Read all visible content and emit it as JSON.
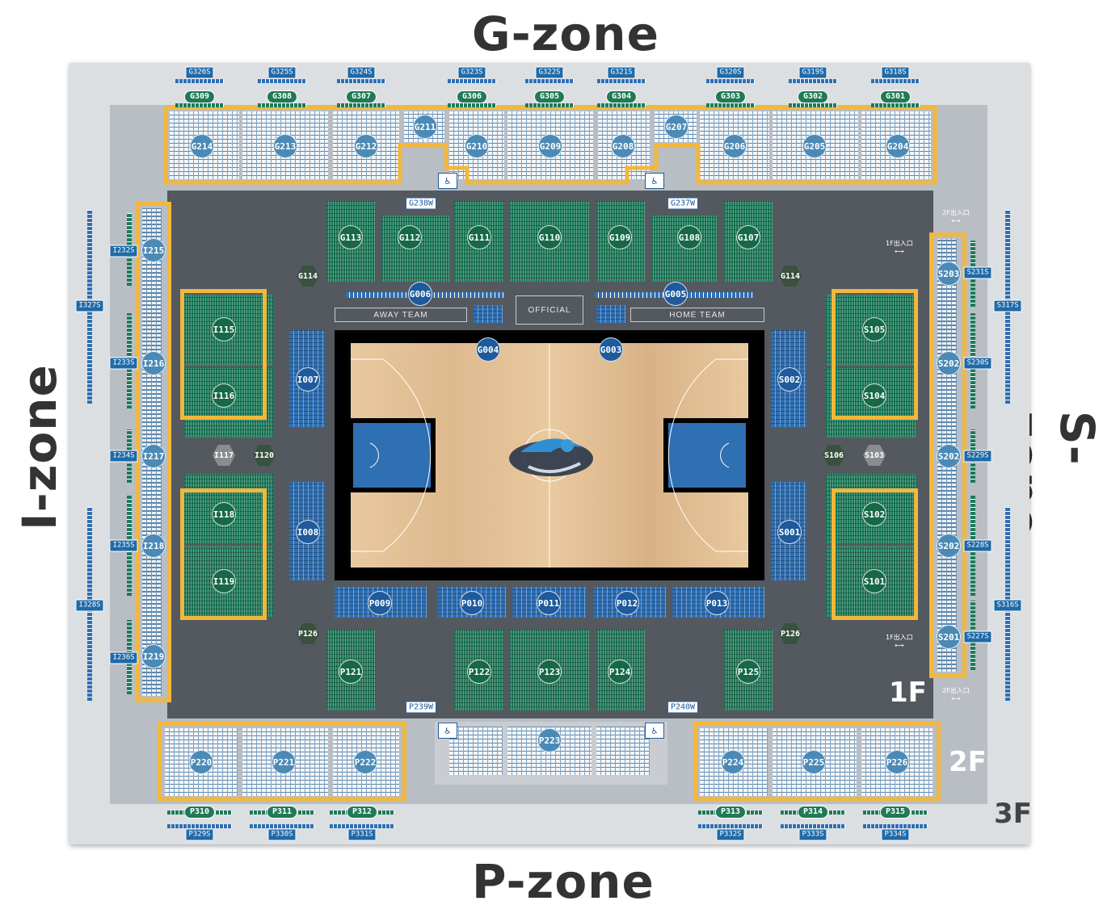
{
  "zones": {
    "top": "G-zone",
    "bottom": "P-zone",
    "left": "I-zone",
    "right": "S-zone"
  },
  "floors": {
    "f1": "1F",
    "f2": "2F",
    "f3": "3F"
  },
  "bench": {
    "away": "AWAY TEAM",
    "official": "OFFICIAL",
    "home": "HOME TEAM"
  },
  "exits": {
    "e1": "2F出入口",
    "e2": "1F出入口",
    "e3": "1F出入口",
    "e4": "2F出入口"
  },
  "wheel": {
    "g238": "G238W",
    "g237": "G237W",
    "p239": "P239W",
    "p240": "P240W"
  },
  "icons": {
    "wheelchair": "wheelchair-icon",
    "logo": "team-logo"
  },
  "colors": {
    "seat_green": "#1e7a5a",
    "seat_blue": "#2f6fb3",
    "highlight": "#f2b73d",
    "floor": "#e0bd92"
  },
  "g3": {
    "s": [
      "G326S",
      "G325S",
      "G324S",
      "G323S",
      "G322S",
      "G321S",
      "G320S",
      "G319S",
      "G318S"
    ],
    "p": [
      "G309",
      "G308",
      "G307",
      "G306",
      "G305",
      "G304",
      "G303",
      "G302",
      "G301"
    ]
  },
  "g2": [
    "G214",
    "G213",
    "G212",
    "G211",
    "G210",
    "G209",
    "G208",
    "G207",
    "G206",
    "G205",
    "G204"
  ],
  "g1": [
    "G113",
    "G112",
    "G111",
    "G110",
    "G109",
    "G108",
    "G107"
  ],
  "g114": [
    "G114",
    "G114"
  ],
  "g0": [
    "G006",
    "G005",
    "G004",
    "G003"
  ],
  "i1": [
    "I115",
    "I116",
    "I118",
    "I119",
    "I117",
    "I120"
  ],
  "i0": [
    "I007",
    "I008"
  ],
  "i2": [
    "I215",
    "I216",
    "I217",
    "I218",
    "I219"
  ],
  "i2s": [
    "I232S",
    "I233S",
    "I234S",
    "I235S",
    "I236S"
  ],
  "i3s": [
    "I327S",
    "I328S"
  ],
  "s1": [
    "S105",
    "S104",
    "S102",
    "S101",
    "S106",
    "S103"
  ],
  "s0": [
    "S002",
    "S001"
  ],
  "s2": [
    "S203",
    "S202",
    "S202",
    "S202",
    "S201"
  ],
  "s2s": [
    "S231S",
    "S230S",
    "S229S",
    "S228S",
    "S227S"
  ],
  "s3s": [
    "S317S",
    "S316S"
  ],
  "p0": [
    "P009",
    "P010",
    "P011",
    "P012",
    "P013"
  ],
  "p1": [
    "P121",
    "P122",
    "P123",
    "P124",
    "P125"
  ],
  "p126": [
    "P126",
    "P126"
  ],
  "p2": [
    "P220",
    "P221",
    "P222",
    "P223",
    "P224",
    "P225",
    "P226"
  ],
  "p3": {
    "p": [
      "P310",
      "P311",
      "P312",
      "P313",
      "P314",
      "P315"
    ],
    "s": [
      "P329S",
      "P330S",
      "P331S",
      "P332S",
      "P333S",
      "P334S"
    ]
  }
}
